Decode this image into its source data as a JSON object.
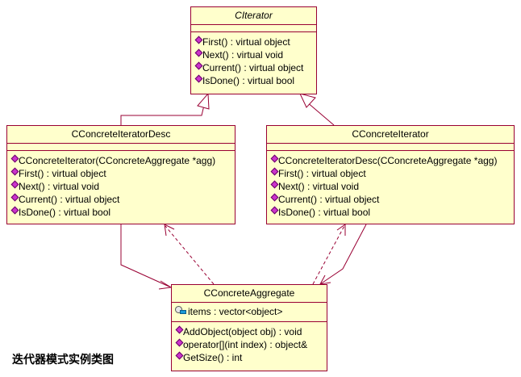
{
  "caption": "迭代器模式实例类图",
  "colors": {
    "class_fill": "#ffffcc",
    "class_border": "#990033",
    "relation_line": "#990033",
    "member_icon": "#cc33cc"
  },
  "icons": {
    "operation": "public-operation-icon",
    "attribute": "private-attribute-icon"
  },
  "classes": {
    "citerator": {
      "name": "CIterator",
      "abstract": true,
      "operations": [
        "First() : virtual object",
        "Next() : virtual void",
        "Current() : virtual object",
        "IsDone() : virtual bool"
      ]
    },
    "desc": {
      "name": "CConcreteIteratorDesc",
      "operations": [
        "CConcreteIterator(CConcreteAggregate *agg)",
        "First() : virtual object",
        "Next() : virtual void",
        "Current() : virtual object",
        "IsDone() : virtual bool"
      ]
    },
    "concrete": {
      "name": "CConcreteIterator",
      "operations": [
        "CConcreteIteratorDesc(CConcreteAggregate *agg)",
        "First() : virtual object",
        "Next() : virtual void",
        "Current() : virtual object",
        "IsDone() : virtual bool"
      ]
    },
    "aggregate": {
      "name": "CConcreteAggregate",
      "attributes": [
        "items : vector<object>"
      ],
      "operations": [
        "AddObject(object obj) : void",
        "operator[](int index) : object&",
        "GetSize() : int"
      ]
    }
  },
  "relations": [
    {
      "type": "generalization",
      "from": "desc",
      "to": "citerator"
    },
    {
      "type": "generalization",
      "from": "concrete",
      "to": "citerator"
    },
    {
      "type": "association",
      "from": "desc",
      "to": "aggregate"
    },
    {
      "type": "dependency",
      "from": "aggregate",
      "to": "desc"
    },
    {
      "type": "association",
      "from": "concrete",
      "to": "aggregate"
    },
    {
      "type": "dependency",
      "from": "aggregate",
      "to": "concrete"
    }
  ]
}
